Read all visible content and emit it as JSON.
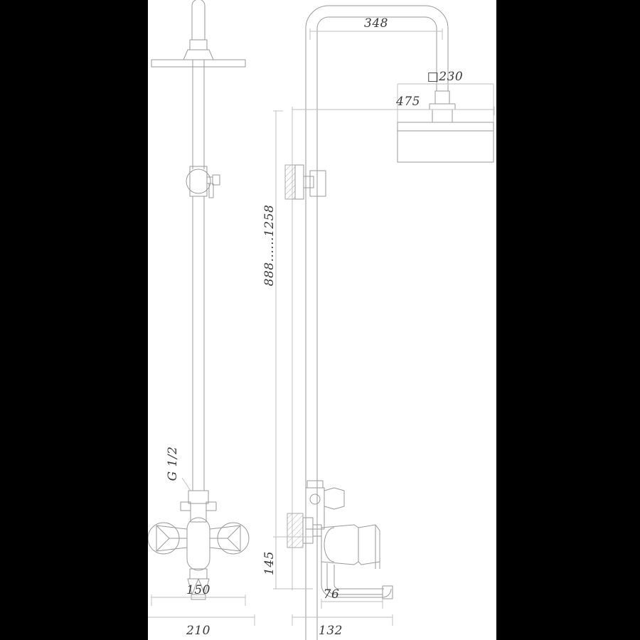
{
  "drawing": {
    "title": "Shower column technical drawing",
    "views": [
      {
        "name": "front-view",
        "label": ""
      },
      {
        "name": "side-view",
        "label": ""
      }
    ],
    "background_color": "#ffffff",
    "letterbox_color": "#000000",
    "line_color": "#9a9a9a",
    "dim_line_color": "#b5b5b5",
    "text_color": "#3a3a3a"
  },
  "dimensions": {
    "arm_length": "348",
    "head_size": "□230",
    "projection": "475",
    "height_range": "888......1258",
    "thread": "G 1/2",
    "spout_height": "145",
    "spout_reach": "76",
    "side_depth": "132",
    "inlet_centers": "150",
    "body_width": "210"
  }
}
